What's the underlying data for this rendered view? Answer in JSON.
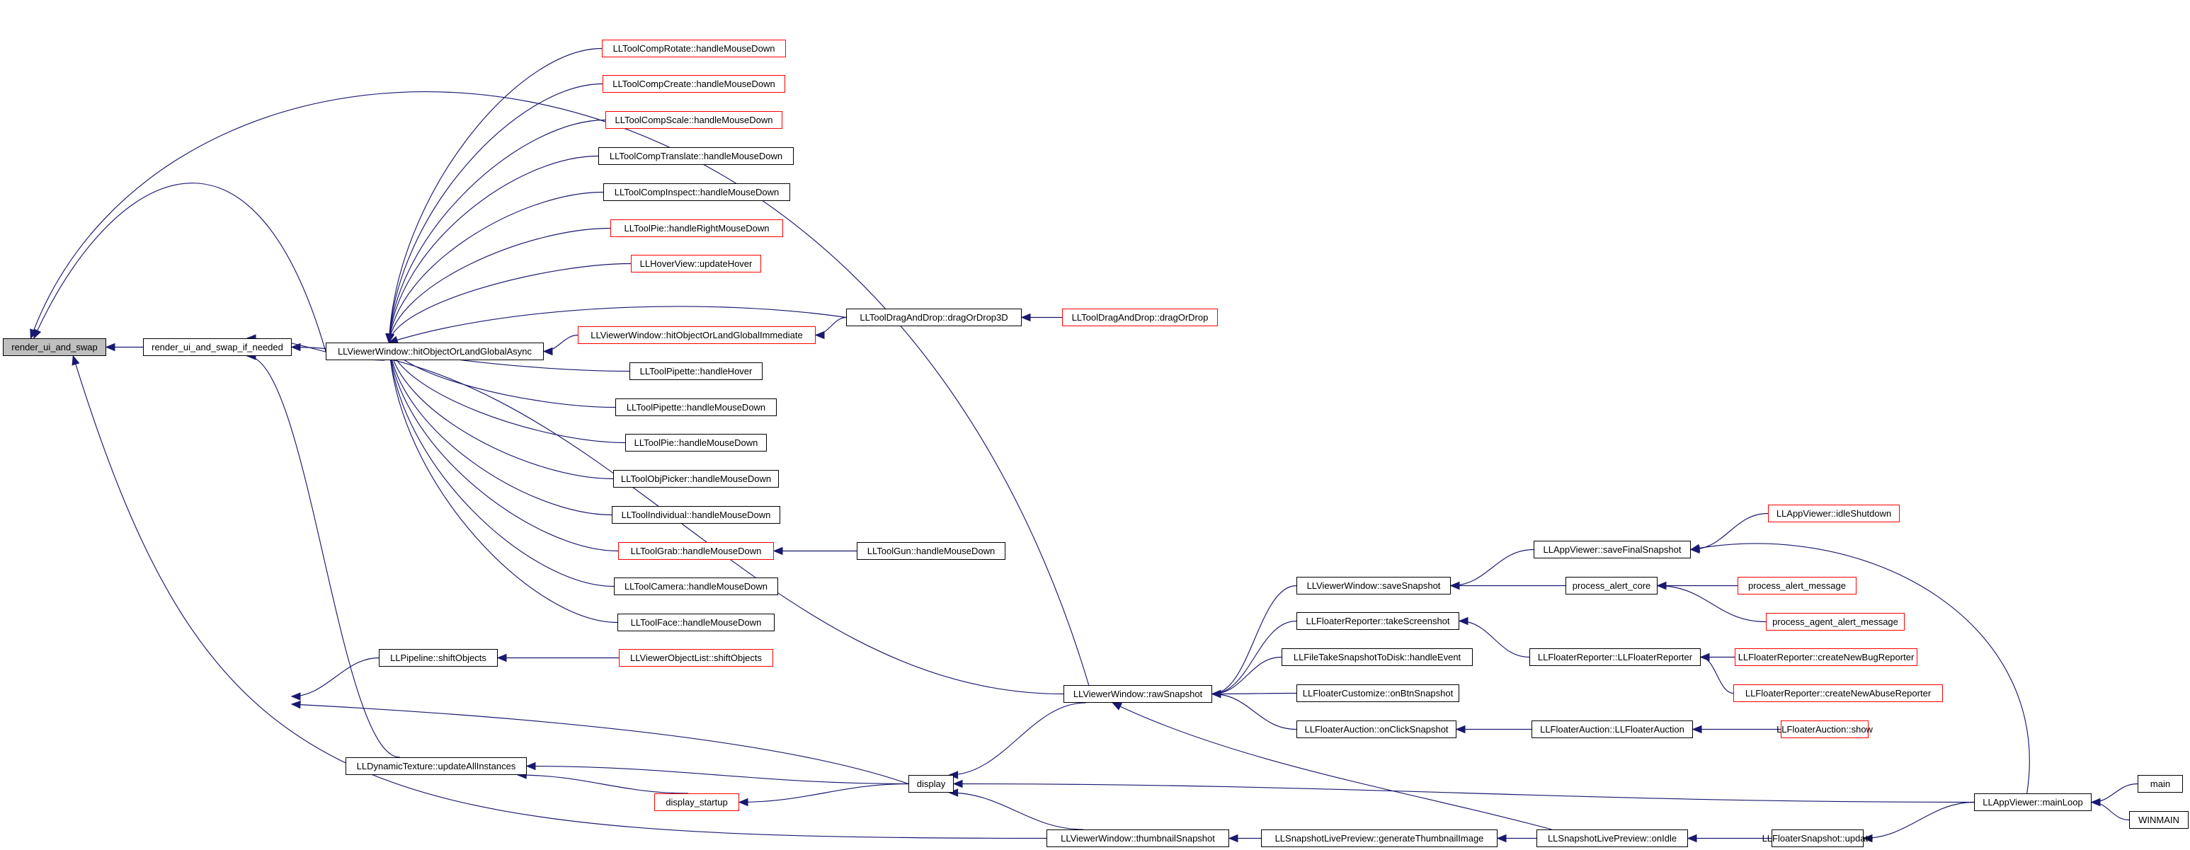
{
  "graph": {
    "root": "render_ui_and_swap",
    "nodes": [
      {
        "id": "n_root",
        "label": "render_ui_and_swap",
        "style": "root"
      },
      {
        "id": "n_ruisin",
        "label": "render_ui_and_swap_if_needed",
        "style": "black"
      },
      {
        "id": "n_hitasync",
        "label": "LLViewerWindow::hitObjectOrLandGlobalAsync",
        "style": "black"
      },
      {
        "id": "n_rotate",
        "label": "LLToolCompRotate::handleMouseDown",
        "style": "red"
      },
      {
        "id": "n_create",
        "label": "LLToolCompCreate::handleMouseDown",
        "style": "red"
      },
      {
        "id": "n_scale",
        "label": "LLToolCompScale::handleMouseDown",
        "style": "red"
      },
      {
        "id": "n_translate",
        "label": "LLToolCompTranslate::handleMouseDown",
        "style": "black"
      },
      {
        "id": "n_inspect",
        "label": "LLToolCompInspect::handleMouseDown",
        "style": "black"
      },
      {
        "id": "n_pieright",
        "label": "LLToolPie::handleRightMouseDown",
        "style": "red"
      },
      {
        "id": "n_hover",
        "label": "LLHoverView::updateHover",
        "style": "red"
      },
      {
        "id": "n_dragdrop3d",
        "label": "LLToolDragAndDrop::dragOrDrop3D",
        "style": "black"
      },
      {
        "id": "n_dragdrop",
        "label": "LLToolDragAndDrop::dragOrDrop",
        "style": "red"
      },
      {
        "id": "n_hitimm",
        "label": "LLViewerWindow::hitObjectOrLandGlobalImmediate",
        "style": "red"
      },
      {
        "id": "n_pipettehover",
        "label": "LLToolPipette::handleHover",
        "style": "black"
      },
      {
        "id": "n_pipettedown",
        "label": "LLToolPipette::handleMouseDown",
        "style": "black"
      },
      {
        "id": "n_piedown",
        "label": "LLToolPie::handleMouseDown",
        "style": "black"
      },
      {
        "id": "n_objpicker",
        "label": "LLToolObjPicker::handleMouseDown",
        "style": "black"
      },
      {
        "id": "n_individual",
        "label": "LLToolIndividual::handleMouseDown",
        "style": "black"
      },
      {
        "id": "n_grab",
        "label": "LLToolGrab::handleMouseDown",
        "style": "red"
      },
      {
        "id": "n_gun",
        "label": "LLToolGun::handleMouseDown",
        "style": "black"
      },
      {
        "id": "n_camera",
        "label": "LLToolCamera::handleMouseDown",
        "style": "black"
      },
      {
        "id": "n_face",
        "label": "LLToolFace::handleMouseDown",
        "style": "black"
      },
      {
        "id": "n_shiftobj",
        "label": "LLPipeline::shiftObjects",
        "style": "black"
      },
      {
        "id": "n_voshift",
        "label": "LLViewerObjectList::shiftObjects",
        "style": "red"
      },
      {
        "id": "n_dyntex",
        "label": "LLDynamicTexture::updateAllInstances",
        "style": "black"
      },
      {
        "id": "n_dstartup",
        "label": "display_startup",
        "style": "red"
      },
      {
        "id": "n_display",
        "label": "display",
        "style": "black"
      },
      {
        "id": "n_rawsnap",
        "label": "LLViewerWindow::rawSnapshot",
        "style": "black"
      },
      {
        "id": "n_thumbsnap",
        "label": "LLViewerWindow::thumbnailSnapshot",
        "style": "black"
      },
      {
        "id": "n_savesnap",
        "label": "LLViewerWindow::saveSnapshot",
        "style": "black"
      },
      {
        "id": "n_takess",
        "label": "LLFloaterReporter::takeScreenshot",
        "style": "black"
      },
      {
        "id": "n_filetake",
        "label": "LLFileTakeSnapshotToDisk::handleEvent",
        "style": "black"
      },
      {
        "id": "n_custsnap",
        "label": "LLFloaterCustomize::onBtnSnapshot",
        "style": "black"
      },
      {
        "id": "n_auctsnap",
        "label": "LLFloaterAuction::onClickSnapshot",
        "style": "black"
      },
      {
        "id": "n_genthumb",
        "label": "LLSnapshotLivePreview::generateThumbnailImage",
        "style": "black"
      },
      {
        "id": "n_onidle",
        "label": "LLSnapshotLivePreview::onIdle",
        "style": "black"
      },
      {
        "id": "n_savefinal",
        "label": "LLAppViewer::saveFinalSnapshot",
        "style": "black"
      },
      {
        "id": "n_alertcore",
        "label": "process_alert_core",
        "style": "black"
      },
      {
        "id": "n_reporterctor",
        "label": "LLFloaterReporter::LLFloaterReporter",
        "style": "black"
      },
      {
        "id": "n_auctionctor",
        "label": "LLFloaterAuction::LLFloaterAuction",
        "style": "black"
      },
      {
        "id": "n_fsupdate",
        "label": "LLFloaterSnapshot::update",
        "style": "black"
      },
      {
        "id": "n_idleshutdown",
        "label": "LLAppViewer::idleShutdown",
        "style": "red"
      },
      {
        "id": "n_alertmsg",
        "label": "process_alert_message",
        "style": "red"
      },
      {
        "id": "n_agentalert",
        "label": "process_agent_alert_message",
        "style": "red"
      },
      {
        "id": "n_bugrep",
        "label": "LLFloaterReporter::createNewBugReporter",
        "style": "red"
      },
      {
        "id": "n_abuserep",
        "label": "LLFloaterReporter::createNewAbuseReporter",
        "style": "red"
      },
      {
        "id": "n_auctshow",
        "label": "LLFloaterAuction::show",
        "style": "red"
      },
      {
        "id": "n_mainloop",
        "label": "LLAppViewer::mainLoop",
        "style": "black"
      },
      {
        "id": "n_main",
        "label": "main",
        "style": "black"
      },
      {
        "id": "n_winmain",
        "label": "WINMAIN",
        "style": "black"
      }
    ],
    "edges": [
      [
        "n_ruisin",
        "n_root"
      ],
      [
        "n_rawsnap",
        "n_root"
      ],
      [
        "n_hitasync",
        "n_root"
      ],
      [
        "n_thumbsnap",
        "n_root"
      ],
      [
        "n_hitasync",
        "n_ruisin"
      ],
      [
        "n_shiftobj",
        "n_ruisin"
      ],
      [
        "n_rawsnap",
        "n_ruisin"
      ],
      [
        "n_display",
        "n_ruisin"
      ],
      [
        "n_dyntex",
        "n_ruisin"
      ],
      [
        "n_rotate",
        "n_hitasync"
      ],
      [
        "n_create",
        "n_hitasync"
      ],
      [
        "n_scale",
        "n_hitasync"
      ],
      [
        "n_translate",
        "n_hitasync"
      ],
      [
        "n_inspect",
        "n_hitasync"
      ],
      [
        "n_pieright",
        "n_hitasync"
      ],
      [
        "n_hover",
        "n_hitasync"
      ],
      [
        "n_dragdrop3d",
        "n_hitasync"
      ],
      [
        "n_hitimm",
        "n_hitasync"
      ],
      [
        "n_pipettehover",
        "n_hitasync"
      ],
      [
        "n_pipettedown",
        "n_hitasync"
      ],
      [
        "n_piedown",
        "n_hitasync"
      ],
      [
        "n_objpicker",
        "n_hitasync"
      ],
      [
        "n_individual",
        "n_hitasync"
      ],
      [
        "n_grab",
        "n_hitasync"
      ],
      [
        "n_camera",
        "n_hitasync"
      ],
      [
        "n_face",
        "n_hitasync"
      ],
      [
        "n_dragdrop3d",
        "n_hitimm"
      ],
      [
        "n_dragdrop",
        "n_dragdrop3d"
      ],
      [
        "n_gun",
        "n_grab"
      ],
      [
        "n_voshift",
        "n_shiftobj"
      ],
      [
        "n_display",
        "n_dyntex"
      ],
      [
        "n_dstartup",
        "n_dyntex"
      ],
      [
        "n_display",
        "n_dstartup"
      ],
      [
        "n_rawsnap",
        "n_display"
      ],
      [
        "n_thumbsnap",
        "n_display"
      ],
      [
        "n_mainloop",
        "n_display"
      ],
      [
        "n_savesnap",
        "n_rawsnap"
      ],
      [
        "n_takess",
        "n_rawsnap"
      ],
      [
        "n_filetake",
        "n_rawsnap"
      ],
      [
        "n_custsnap",
        "n_rawsnap"
      ],
      [
        "n_auctsnap",
        "n_rawsnap"
      ],
      [
        "n_onidle",
        "n_rawsnap"
      ],
      [
        "n_genthumb",
        "n_thumbsnap"
      ],
      [
        "n_onidle",
        "n_genthumb"
      ],
      [
        "n_fsupdate",
        "n_onidle"
      ],
      [
        "n_mainloop",
        "n_fsupdate"
      ],
      [
        "n_savefinal",
        "n_savesnap"
      ],
      [
        "n_alertcore",
        "n_savesnap"
      ],
      [
        "n_idleshutdown",
        "n_savefinal"
      ],
      [
        "n_mainloop",
        "n_savefinal"
      ],
      [
        "n_alertmsg",
        "n_alertcore"
      ],
      [
        "n_agentalert",
        "n_alertcore"
      ],
      [
        "n_reporterctor",
        "n_takess"
      ],
      [
        "n_bugrep",
        "n_reporterctor"
      ],
      [
        "n_abuserep",
        "n_reporterctor"
      ],
      [
        "n_auctionctor",
        "n_auctsnap"
      ],
      [
        "n_auctshow",
        "n_auctionctor"
      ],
      [
        "n_main",
        "n_mainloop"
      ],
      [
        "n_winmain",
        "n_mainloop"
      ]
    ]
  },
  "colors": {
    "edge": "#191970",
    "border_black": "#000000",
    "border_red": "#ff0000",
    "root_fill": "#bfbfbf",
    "background": "#ffffff"
  }
}
